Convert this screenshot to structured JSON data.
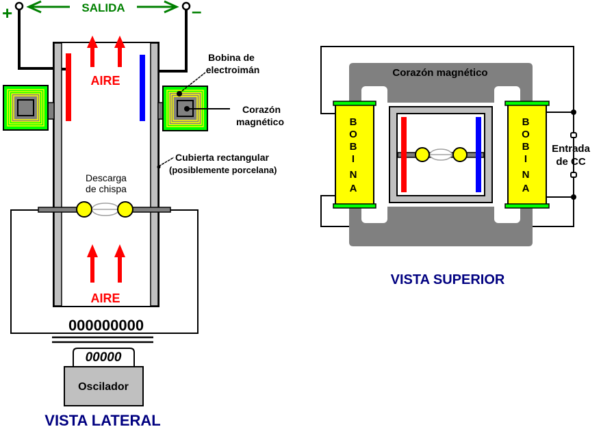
{
  "colors": {
    "output_green": "#008000",
    "air_red": "#ff0000",
    "electrode_red": "#ff0000",
    "electrode_blue": "#0000ff",
    "coil_green": "#00ff00",
    "coil_yellow": "#ffff00",
    "core_gray": "#808080",
    "casing_gray": "#c0c0c0",
    "title_blue": "#000080",
    "wire_black": "#000000"
  },
  "side_view": {
    "output": {
      "plus": "+",
      "minus": "–",
      "label": "SALIDA"
    },
    "air_top": "AIRE",
    "air_bottom": "AIRE",
    "electromagnet_coil_label": [
      "Bobina de",
      "electroimán"
    ],
    "magnetic_core_label": [
      "Corazón",
      "magnético"
    ],
    "casing_label": [
      "Cubierta rectangular",
      "(posiblemente porcelana)"
    ],
    "spark_label": [
      "Descarga",
      "de chispa"
    ],
    "primary_coil": "000000000",
    "secondary_coil": "00000",
    "oscillator": "Oscilador",
    "title": "VISTA LATERAL"
  },
  "top_view": {
    "core_label": "Corazón magnético",
    "left_coil_letters": [
      "B",
      "O",
      "B",
      "I",
      "N",
      "A"
    ],
    "right_coil_letters": [
      "B",
      "O",
      "B",
      "I",
      "N",
      "A"
    ],
    "dc_input_label": [
      "Entrada",
      "de CC"
    ],
    "title": "VISTA SUPERIOR"
  }
}
